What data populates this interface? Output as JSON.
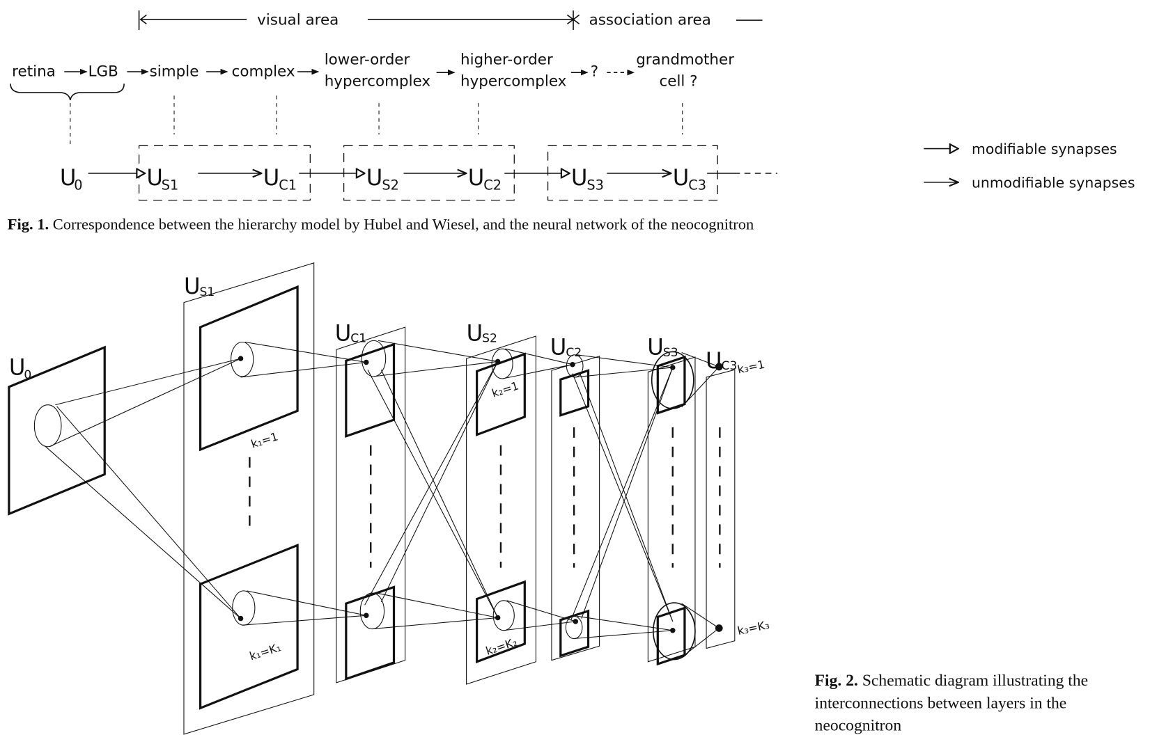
{
  "figure1": {
    "areas": {
      "visual": "visual area",
      "association": "association area"
    },
    "hierarchy": {
      "retina": "retina",
      "lgb": "LGB",
      "simple": "simple",
      "complex": "complex",
      "lower_line1": "lower-order",
      "lower_line2": "hypercomplex",
      "higher_line1": "higher-order",
      "higher_line2": "hypercomplex",
      "unknown": "?",
      "grandmother_line1": "grandmother",
      "grandmother_line2": "cell ?"
    },
    "layers": [
      {
        "main": "U",
        "sub": "0"
      },
      {
        "main": "U",
        "sub": "S1"
      },
      {
        "main": "U",
        "sub": "C1"
      },
      {
        "main": "U",
        "sub": "S2"
      },
      {
        "main": "U",
        "sub": "C2"
      },
      {
        "main": "U",
        "sub": "S3"
      },
      {
        "main": "U",
        "sub": "C3"
      }
    ],
    "legend": {
      "modifiable": "modifiable synapses",
      "unmodifiable": "unmodifiable synapses"
    },
    "caption_label": "Fig. 1.",
    "caption_text": "Correspondence between the hierarchy model by Hubel and Wiesel, and the neural network of the neocognitron"
  },
  "figure2": {
    "layers": [
      {
        "main": "U",
        "sub": "0"
      },
      {
        "main": "U",
        "sub": "S1"
      },
      {
        "main": "U",
        "sub": "C1"
      },
      {
        "main": "U",
        "sub": "S2"
      },
      {
        "main": "U",
        "sub": "C2"
      },
      {
        "main": "U",
        "sub": "S3"
      },
      {
        "main": "U",
        "sub": "C3"
      }
    ],
    "plane_labels": {
      "k1_first": "k₁=1",
      "k1_last": "k₁=K₁",
      "k2_first": "k₂=1",
      "k2_last": "k₂=K₂",
      "k3_first": "k₃=1",
      "k3_last": "k₃=K₃"
    },
    "caption_label": "Fig. 2.",
    "caption_line1": "Schematic diagram illustrating the",
    "caption_line2": "interconnections between layers in the",
    "caption_line3": "neocognitron"
  }
}
